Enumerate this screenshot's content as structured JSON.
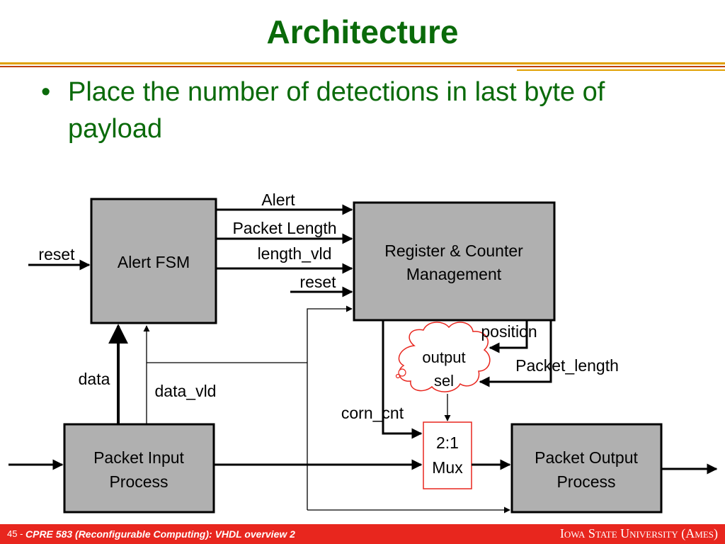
{
  "slide": {
    "title": "Architecture",
    "bullet": "Place the number of detections in last byte of payload",
    "bullet_marker": "•"
  },
  "diagram": {
    "blocks": {
      "alert_fsm": "Alert FSM",
      "register_line1": "Register & Counter",
      "register_line2": "Management",
      "input_line1": "Packet Input",
      "input_line2": "Process",
      "output_line1": "Packet Output",
      "output_line2": "Process",
      "mux_line1": "2:1",
      "mux_line2": "Mux",
      "cloud_line1": "output",
      "cloud_line2": "sel"
    },
    "signals": {
      "alert": "Alert",
      "packet_length": "Packet Length",
      "length_vld": "length_vld",
      "reset_register": "reset",
      "reset_fsm": "reset",
      "position": "position",
      "packet_length_lower": "Packet_length",
      "corn_cnt": "corn_cnt",
      "data": "data",
      "data_vld": "data_vld"
    },
    "colors": {
      "block_fill": "#b0b0b0",
      "cloud_stroke": "#e8261e",
      "mux_stroke": "#e8261e"
    }
  },
  "footer": {
    "slide_number": "45 -",
    "course": "CPRE 583 (Reconfigurable Computing):  VHDL overview 2",
    "university": "Iowa State University (Ames)"
  }
}
